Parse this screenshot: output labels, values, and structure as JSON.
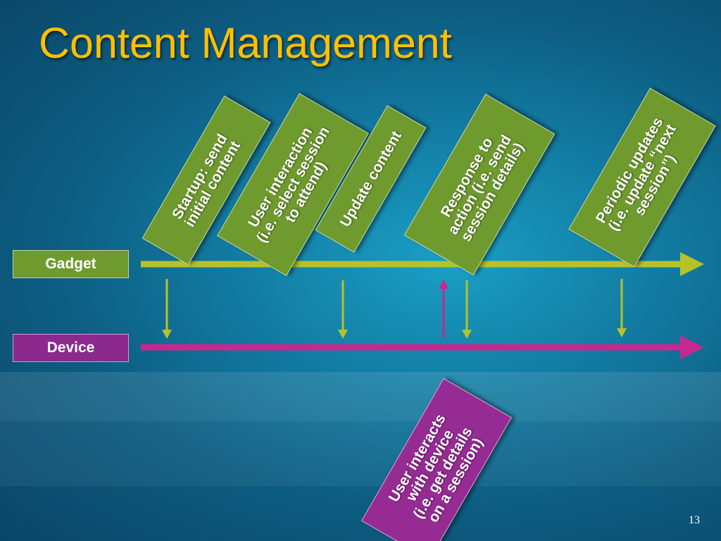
{
  "slide": {
    "title": "Content Management",
    "page_number": "13"
  },
  "lanes": {
    "gadget": "Gadget",
    "device": "Device"
  },
  "events": {
    "startup": [
      "Startup: send",
      "initial content"
    ],
    "user_interaction": [
      "User interaction",
      "(i.e. select session",
      "to attend)"
    ],
    "update_content": [
      "Update content"
    ],
    "response": [
      "Response to",
      "action (i.e. send",
      "session details)"
    ],
    "periodic": [
      "Periodic updates",
      "(i.e. update “next",
      "session”)"
    ],
    "user_interacts_device": [
      "User interacts",
      "with device",
      "(i.e. get details",
      "on a session)"
    ]
  },
  "colors": {
    "title": "#ffc000",
    "gadget": "#6f9b2e",
    "gadget_line": "#b5c327",
    "device": "#8b2a8c",
    "device_line": "#c5288f"
  }
}
